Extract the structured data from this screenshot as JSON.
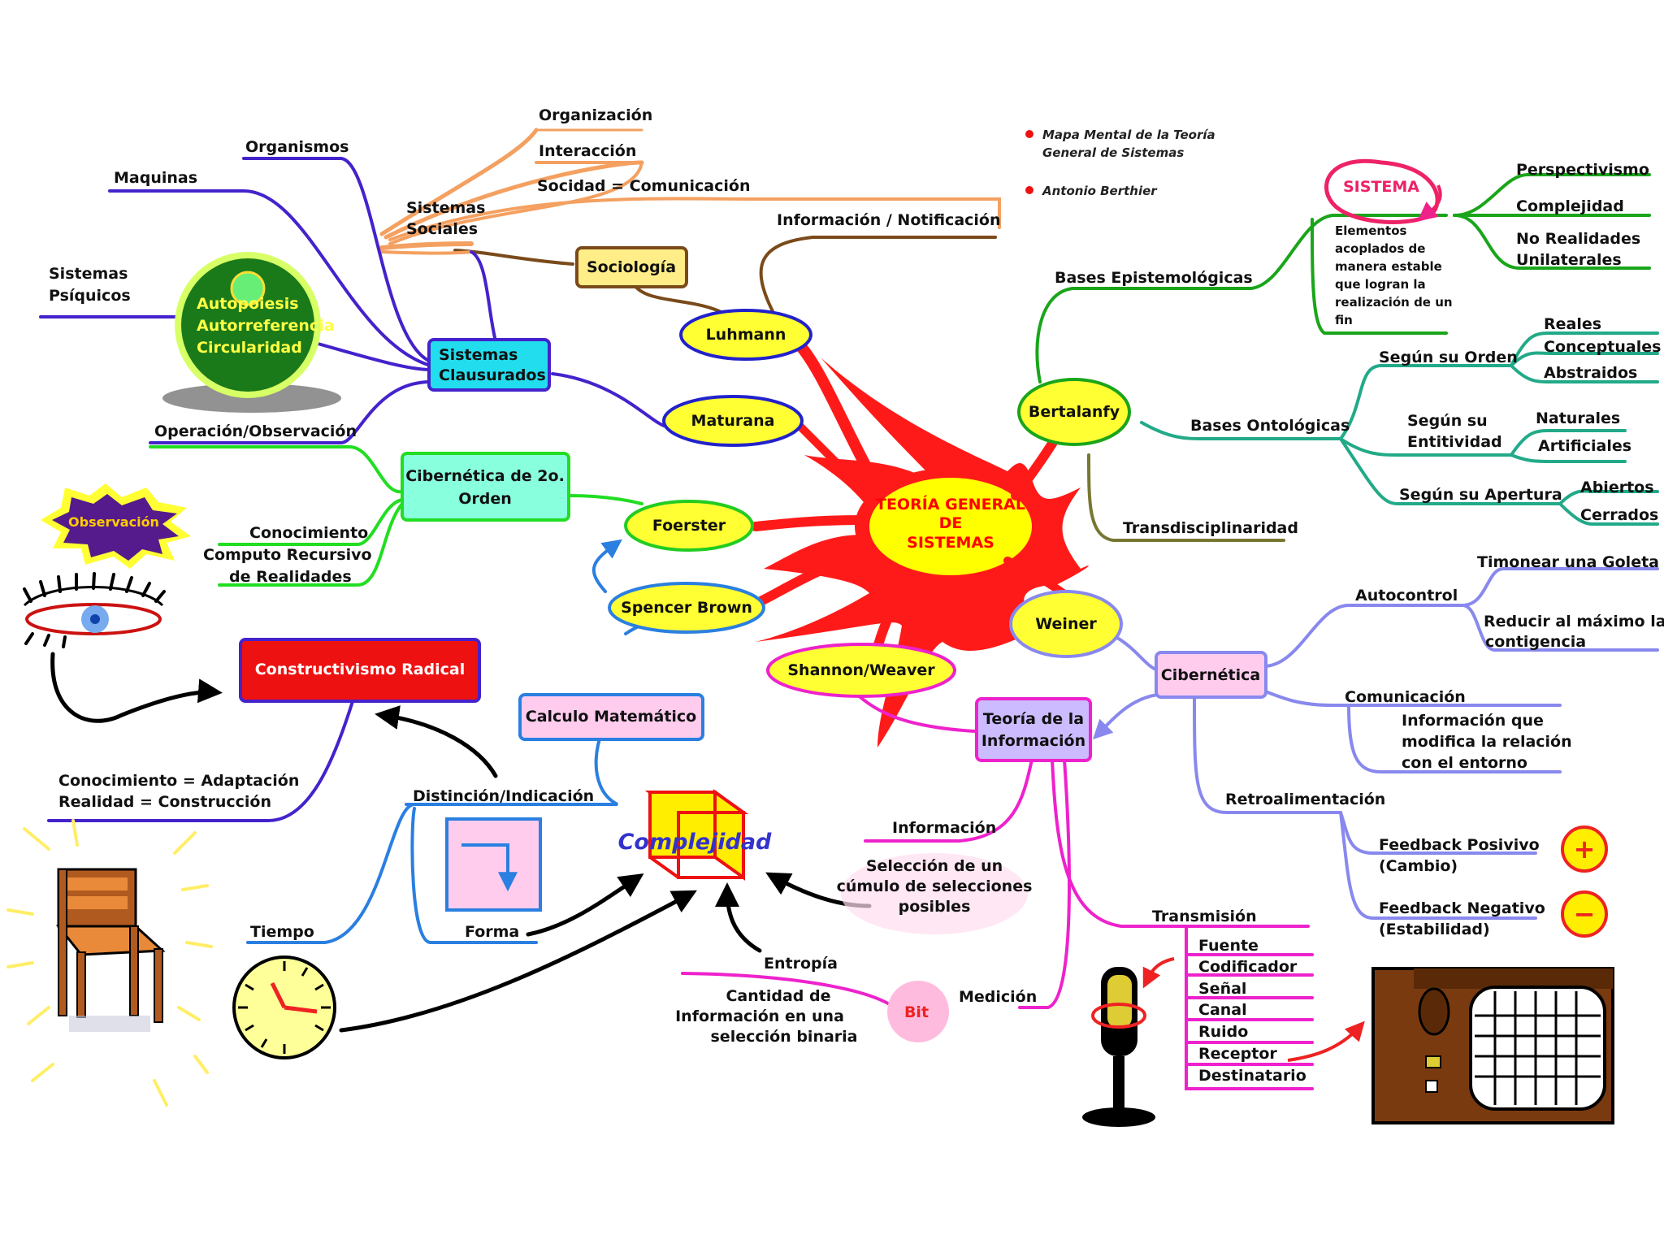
{
  "title": {
    "center": [
      "TEORÍA GENERAL",
      "DE",
      "SISTEMAS"
    ]
  },
  "authors": {
    "line1": "Mapa Mental de la Teoría",
    "line2": "General de Sistemas",
    "author": "Antonio Berthier"
  },
  "nodes": {
    "luhmann": "Luhmann",
    "maturana": "Maturana",
    "foerster": "Foerster",
    "spencer_brown": "Spencer Brown",
    "shannon_weaver": "Shannon/Weaver",
    "weiner": "Weiner",
    "bertalanfy": "Bertalanfy",
    "sociologia": "Sociología",
    "sistemas_clausurados": [
      "Sistemas",
      "Clausurados"
    ],
    "sistemas_sociales": [
      "Sistemas",
      "Sociales"
    ],
    "cibernetica_2o": [
      "Cibernética de 2o.",
      "Orden"
    ],
    "calculo_matematico": "Calculo Matemático",
    "constructivismo": "Constructivismo Radical",
    "teoria_informacion": [
      "Teoría de la",
      "Información"
    ],
    "cibernetica": "Cibernética",
    "sistema": "SISTEMA",
    "observacion": "Observación",
    "autopoiesis": [
      "Autopoiesis",
      "Autorreferencia",
      "Circularidad"
    ],
    "complejidad": "Complejidad",
    "bit": "Bit"
  },
  "labels": {
    "organizacion": "Organización",
    "interaccion": "Interacción",
    "socidad": "Socidad = Comunicación",
    "informacion_notificacion": "Información / Notificación",
    "organismos": "Organismos",
    "maquinas": "Maquinas",
    "sistemas_psiquicos": [
      "Sistemas",
      "Psíquicos"
    ],
    "operacion_observacion": "Operación/Observación",
    "conocimiento": "Conocimiento",
    "computo": [
      "Computo Recursivo",
      "de Realidades"
    ],
    "conocimiento_adaptacion": [
      "Conocimiento = Adaptación",
      "Realidad = Construcción"
    ],
    "distincion": "Distinción/Indicación",
    "tiempo": "Tiempo",
    "forma": "Forma",
    "informacion": "Información",
    "seleccion": [
      "Selección de un",
      "cúmulo de selecciones",
      "posibles"
    ],
    "entropia": "Entropía",
    "cantidad": [
      "Cantidad de",
      "Información en una",
      "selección binaria"
    ],
    "medicion": "Medición",
    "transmision": "Transmisión",
    "transmision_items": [
      "Fuente",
      "Codificador",
      "Señal",
      "Canal",
      "Ruido",
      "Receptor",
      "Destinatario"
    ],
    "bases_epistemologicas": "Bases Epistemológicas",
    "sistema_def": [
      "Elementos",
      "acoplados de",
      "manera estable",
      "que logran la",
      "realización de un",
      "fin"
    ],
    "perspectivismo": "Perspectivismo",
    "complejidad_r": "Complejidad",
    "no_realidades": [
      "No Realidades",
      "Unilaterales"
    ],
    "bases_ontologicas": "Bases Ontológicas",
    "segun_orden": "Según su Orden",
    "reales": "Reales",
    "conceptuales": "Conceptuales",
    "abstraidos": "Abstraidos",
    "segun_entitividad": [
      "Según su",
      "Entitividad"
    ],
    "naturales": "Naturales",
    "artificiales": "Artificiales",
    "segun_apertura": "Según su Apertura",
    "abiertos": "Abiertos",
    "cerrados": "Cerrados",
    "transdisciplinaridad": "Transdisciplinaridad",
    "autocontrol": "Autocontrol",
    "timonear": "Timonear una Goleta",
    "reducir": [
      "Reducir al máximo la",
      "contigencia"
    ],
    "comunicacion": "Comunicación",
    "info_modifica": [
      "Información que",
      "modifica la relación",
      "con el entorno"
    ],
    "retroalimentacion": "Retroalimentación",
    "feedback_pos": [
      "Feedback Posivivo",
      "(Cambio)"
    ],
    "feedback_neg": [
      "Feedback Negativo",
      "(Estabilidad)"
    ],
    "plus": "+",
    "minus": "−"
  }
}
